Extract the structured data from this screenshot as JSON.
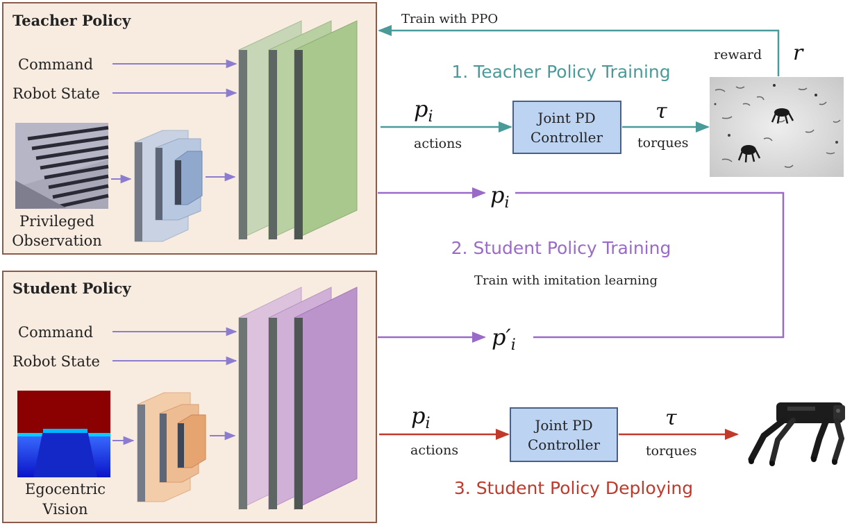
{
  "teacher_policy": {
    "title": "Teacher Policy",
    "inputs": [
      "Command",
      "Robot State"
    ],
    "observation_label_line1": "Privileged",
    "observation_label_line2": "Observation"
  },
  "student_policy": {
    "title": "Student Policy",
    "inputs": [
      "Command",
      "Robot State"
    ],
    "observation_label_line1": "Egocentric",
    "observation_label_line2": "Vision"
  },
  "stage1": {
    "title": "1. Teacher Policy Training",
    "ppo_label": "Train with PPO",
    "reward_label": "reward",
    "reward_symbol": "r",
    "action_symbol": "p",
    "action_subscript": "i",
    "actions_label": "actions",
    "controller_line1": "Joint PD",
    "controller_line2": "Controller",
    "torque_symbol": "τ",
    "torques_label": "torques"
  },
  "stage2": {
    "title": "2. Student Policy Training",
    "subtitle": "Train with imitation learning",
    "teacher_action_symbol": "p",
    "teacher_action_subscript": "i",
    "student_action_symbol": "p′",
    "student_action_subscript": "i"
  },
  "stage3": {
    "title": "3. Student Policy Deploying",
    "action_symbol": "p",
    "action_subscript": "i",
    "actions_label": "actions",
    "controller_line1": "Joint PD",
    "controller_line2": "Controller",
    "torque_symbol": "τ",
    "torques_label": "torques"
  },
  "colors": {
    "panel_bg": "#f8ebe0",
    "panel_border": "#8a5a4a",
    "teal": "#4a9a9a",
    "purple": "#9a6ac8",
    "red": "#c0392b",
    "input_arrow": "#8c7cd0",
    "controller_fill": "#bcd3f2",
    "controller_border": "#4a5f86"
  }
}
